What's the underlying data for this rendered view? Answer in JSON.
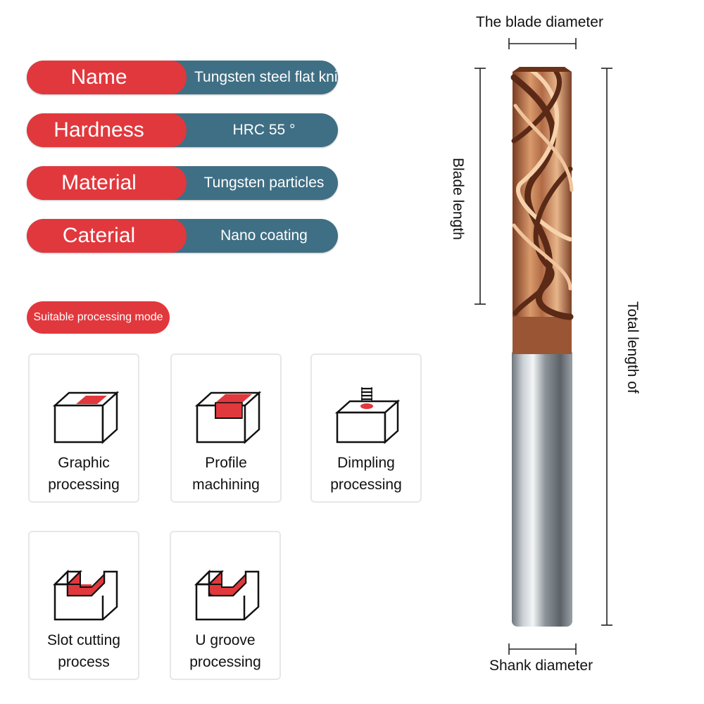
{
  "specs": [
    {
      "label": "Name",
      "value": "Tungsten steel flat knife"
    },
    {
      "label": "Hardness",
      "value": "HRC 55 °"
    },
    {
      "label": "Material",
      "value": "Tungsten particles"
    },
    {
      "label": "Caterial",
      "value": "Nano coating"
    }
  ],
  "mode_title": "Suitable processing mode",
  "modes": [
    {
      "line1": "Graphic",
      "line2": "processing",
      "icon": "graphic-processing-icon"
    },
    {
      "line1": "Profile",
      "line2": "machining",
      "icon": "profile-machining-icon"
    },
    {
      "line1": "Dimpling",
      "line2": "processing",
      "icon": "dimpling-processing-icon"
    },
    {
      "line1": "Slot cutting",
      "line2": "process",
      "icon": "slot-cutting-icon"
    },
    {
      "line1": "U groove",
      "line2": "processing",
      "icon": "u-groove-icon"
    }
  ],
  "dimensions": {
    "blade_diameter": "The blade diameter",
    "blade_length": "Blade length",
    "total_length": "Total length of",
    "shank_diameter": "Shank diameter"
  },
  "colors": {
    "accent_red": "#e1383d",
    "value_blue": "#3f6f84",
    "coating_bronze": "#b06a45",
    "shank_steel": "#8d949a"
  }
}
